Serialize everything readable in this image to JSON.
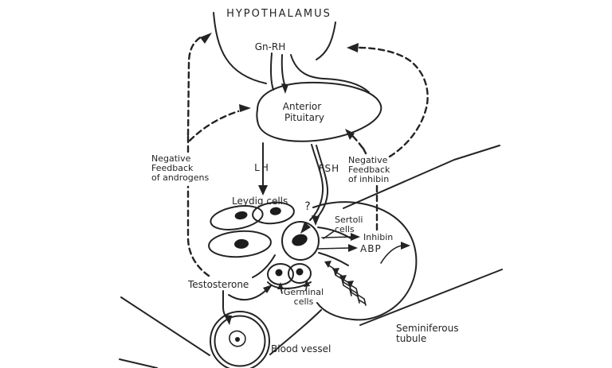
{
  "diagram_type": "hormonal-feedback-diagram",
  "colors": {
    "ink": "#232323",
    "paper": "#ffffff"
  },
  "labels": {
    "hypothalamus": "HYPOTHALAMUS",
    "gnrh": "Gn-RH",
    "anterior_pituitary": [
      "Anterior",
      "Pituitary"
    ],
    "negative_feedback_androgens": [
      "Negative",
      "Feedback",
      "of androgens"
    ],
    "lh": "LH",
    "fsh": "FSH",
    "negative_feedback_inhibin": [
      "Negative",
      "Feedback",
      "of inhibin"
    ],
    "leydig_cells": "Leydig cells",
    "uncertain_pathway": "?",
    "sertoli_cells": [
      "Sertoli",
      "cells"
    ],
    "inhibin": "Inhibin",
    "abp": "ABP",
    "testosterone": "Testosterone",
    "germinal_cells": [
      "Germinal",
      "cells"
    ],
    "blood_vessel": "Blood vessel",
    "seminiferous_tubule": [
      "Seminiferous",
      "tubule"
    ]
  }
}
